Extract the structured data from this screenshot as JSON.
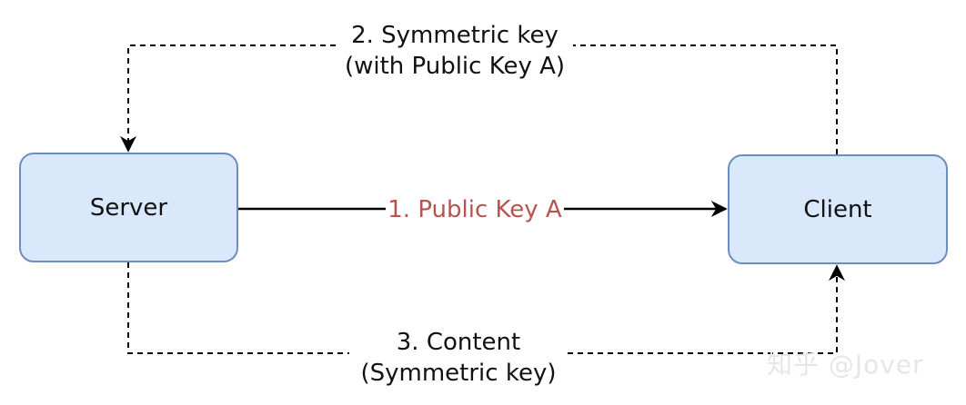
{
  "nodes": {
    "server": {
      "label": "Server"
    },
    "client": {
      "label": "Client"
    }
  },
  "edges": {
    "public_key": {
      "label": "1. Public Key A",
      "color": "#b85450",
      "style": "solid",
      "from": "Server",
      "to": "Client"
    },
    "symmetric_key": {
      "line1": "2. Symmetric key",
      "line2": "(with Public Key A)",
      "style": "dashed",
      "from": "Client",
      "to": "Server"
    },
    "content": {
      "line1": "3. Content",
      "line2": "(Symmetric key)",
      "style": "dashed",
      "from": "Server",
      "to": "Client"
    }
  },
  "colors": {
    "node_fill": "#dae8fc",
    "node_stroke": "#6c8ebf",
    "edge": "#000000",
    "highlight_text": "#b85450"
  },
  "watermark": {
    "text": "知乎 @Jover"
  }
}
